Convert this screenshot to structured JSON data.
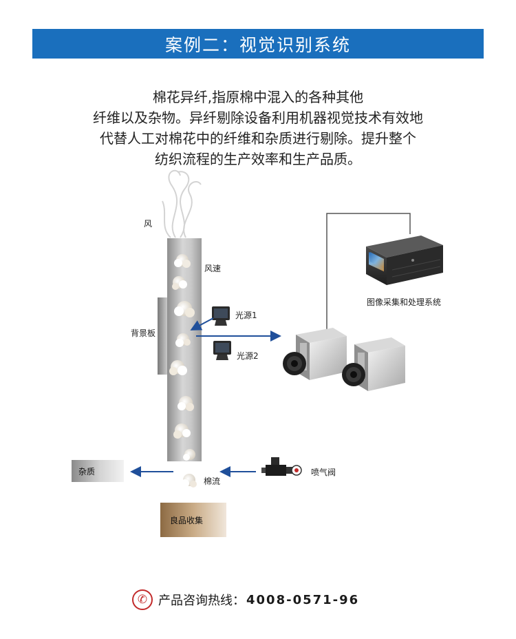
{
  "title": "案例二：视觉识别系统",
  "description_lines": [
    "棉花异纤,指原棉中混入的各种其他",
    "纤维以及杂物。异纤剔除设备利用机器视觉技术有效地",
    "代替人工对棉花中的纤维和杂质进行剔除。提升整个",
    "纺织流程的生产效率和生产品质。"
  ],
  "diagram": {
    "wind": "风",
    "wind_speed": "风速",
    "light_source_1": "光源1",
    "light_source_2": "光源2",
    "background_board": "背景板",
    "image_system": "图像采集和处理系统",
    "impurities": "杂质",
    "cotton_flow": "棉流",
    "air_valve": "喷气阀",
    "good_collection": "良品收集"
  },
  "hotline": {
    "label": "产品咨询热线：",
    "number": "4008-0571-96"
  },
  "colors": {
    "title_bg": "#1a6fbd",
    "arrow": "#1f4f9a",
    "hotline_icon": "#c22a2a"
  }
}
